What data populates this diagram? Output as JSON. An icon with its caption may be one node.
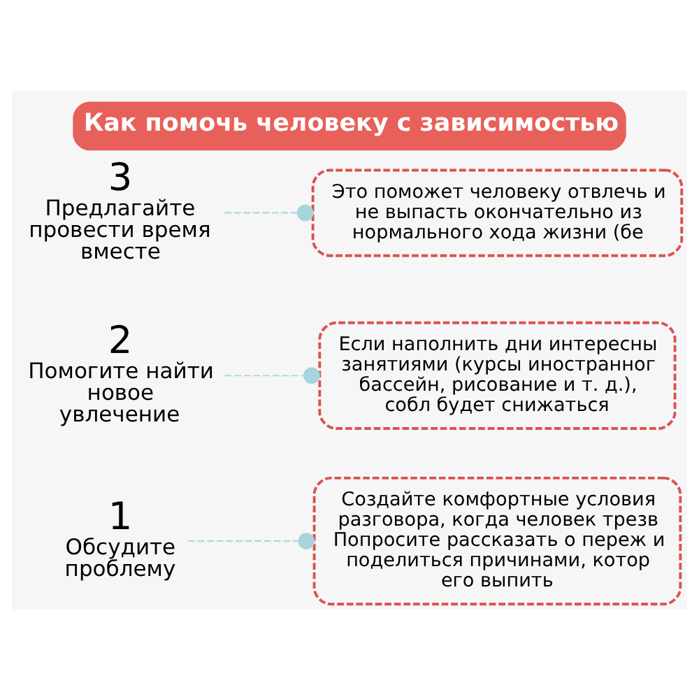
{
  "diagram": {
    "title": "Как помочь человеку с зависимостью",
    "nodes": [
      {
        "text": [
          "1",
          "Обсудите проблему"
        ]
      },
      {
        "text": [
          "Создайте комфортные условия разговора, когда человек трезв Попросите рассказать о переж и поделиться причинами, котор его выпить"
        ]
      },
      {
        "text": [
          "2",
          "Помогите найти новое увлечение"
        ]
      },
      {
        "text": [
          "Если наполнить дни интересны занятиями (курсы иностранног бассейн, рисование и т. д.), собл будет снижаться"
        ]
      },
      {
        "text": [
          "3",
          "Предлагайте провести время вместе"
        ]
      },
      {
        "text": [
          "Это поможет человеку отвлечь и не выпасть окончательно из нормального хода жизни (бе"
        ]
      }
    ],
    "edges": [
      {
        "from": 0,
        "to": 1,
        "arrow": "other",
        "style": "dashed"
      },
      {
        "from": 2,
        "to": 3,
        "arrow": "other",
        "style": "dashed"
      },
      {
        "from": 4,
        "to": 5,
        "arrow": "other",
        "style": "dashed"
      }
    ]
  }
}
